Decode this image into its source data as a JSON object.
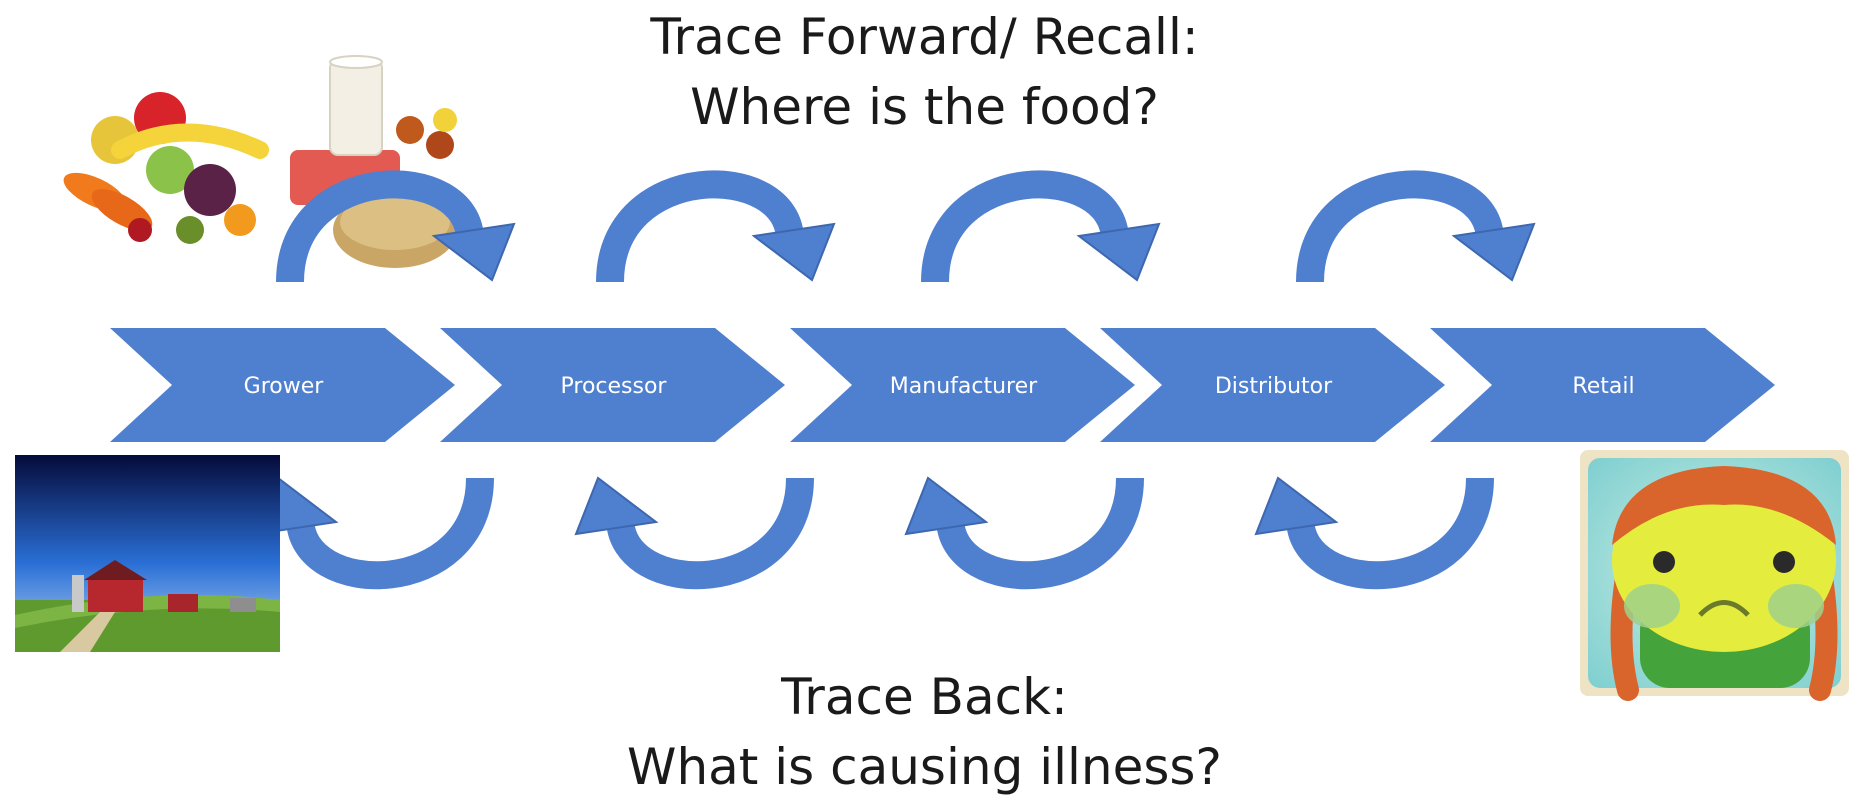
{
  "top_heading": {
    "line1": "Trace Forward/ Recall:",
    "line2": "Where is the food?"
  },
  "bottom_heading": {
    "line1": "Trace Back:",
    "line2": "What is causing illness?"
  },
  "chain": [
    {
      "label": "Grower"
    },
    {
      "label": "Processor"
    },
    {
      "label": "Manufacturer"
    },
    {
      "label": "Distributor"
    },
    {
      "label": "Retail"
    }
  ],
  "colors": {
    "chevron": "#4f7fcf",
    "arrow": "#4f7fcf",
    "arrow_edge": "#3d68b0",
    "label": "#ffffff"
  },
  "images": [
    "food-collage",
    "farm-photo",
    "sick-child-cartoon"
  ]
}
